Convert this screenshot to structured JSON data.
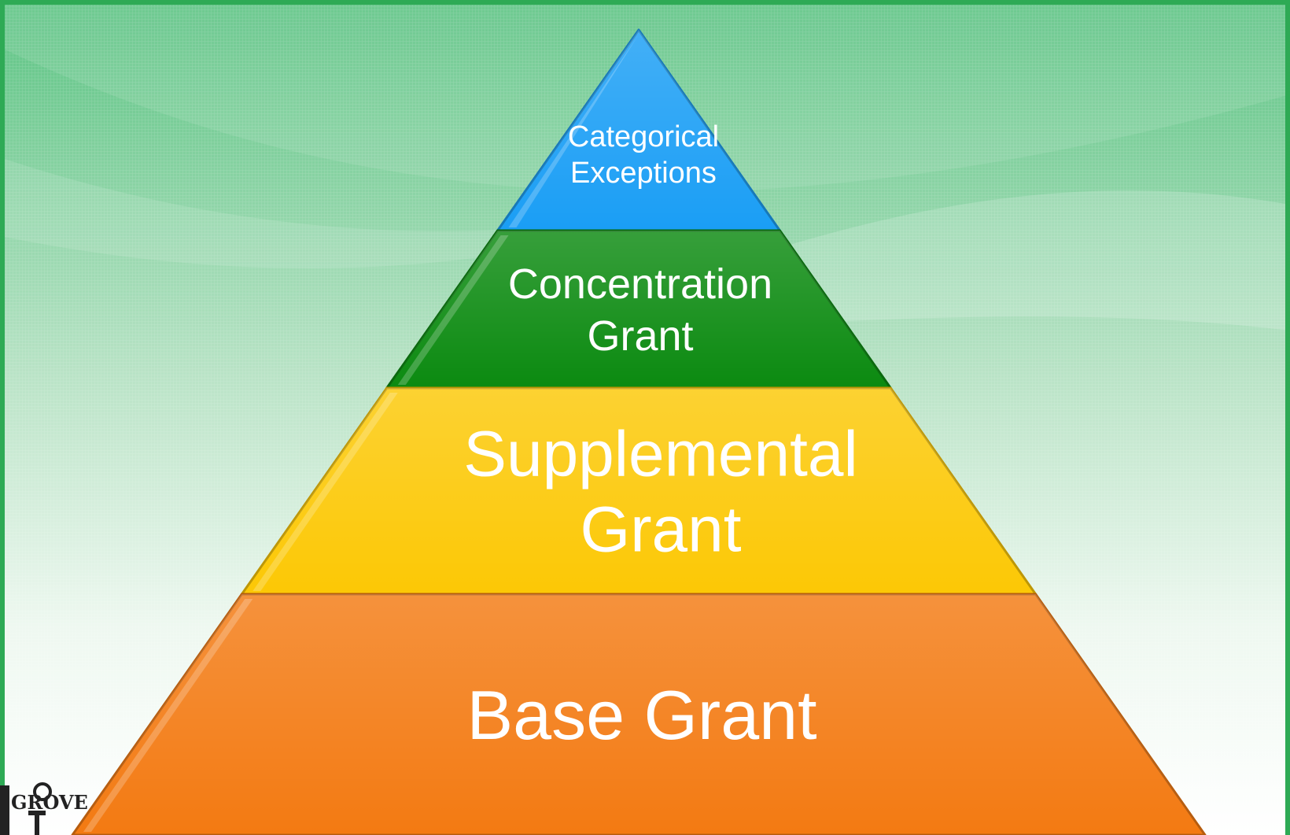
{
  "slide": {
    "colors": {
      "background_top": "#4fbf7a",
      "background_bottom": "#ffffff",
      "border": "#2eaa55"
    }
  },
  "pyramid": {
    "levels": [
      {
        "id": "categorical-exceptions",
        "lines": [
          "Categorical",
          "Exceptions"
        ],
        "color": "#1a9ef5"
      },
      {
        "id": "concentration-grant",
        "lines": [
          "Concentration",
          "Grant"
        ],
        "color": "#0b8a10"
      },
      {
        "id": "supplemental-grant",
        "lines": [
          "Supplemental",
          "Grant"
        ],
        "color": "#fcc805"
      },
      {
        "id": "base-grant",
        "lines": [
          "Base Grant"
        ],
        "color": "#f37a12"
      }
    ]
  },
  "logo": {
    "text": "GROVE",
    "icon": "grove-logo-icon"
  }
}
